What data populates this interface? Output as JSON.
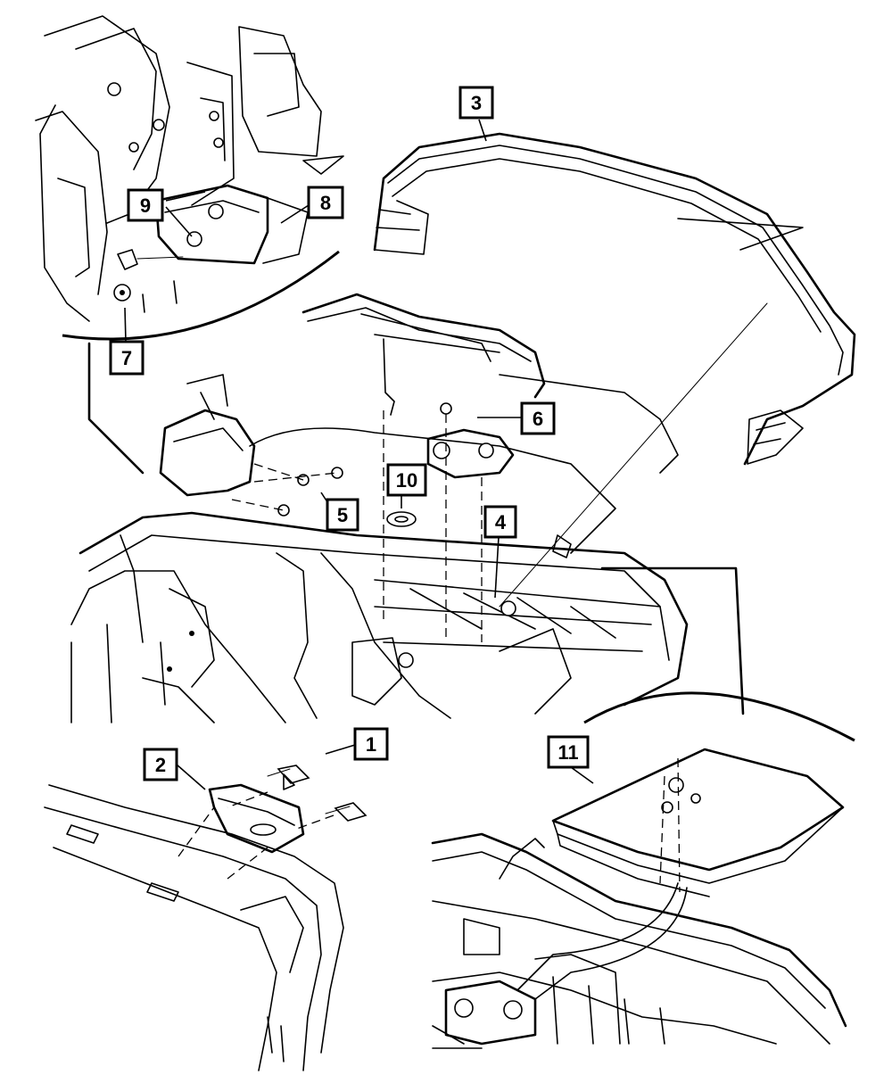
{
  "callouts": {
    "c1": "1",
    "c2": "2",
    "c3": "3",
    "c4": "4",
    "c5": "5",
    "c6": "6",
    "c7": "7",
    "c8": "8",
    "c9": "9",
    "c10": "10",
    "c11": "11"
  },
  "colors": {
    "ink": "#000000",
    "paper": "#ffffff"
  }
}
